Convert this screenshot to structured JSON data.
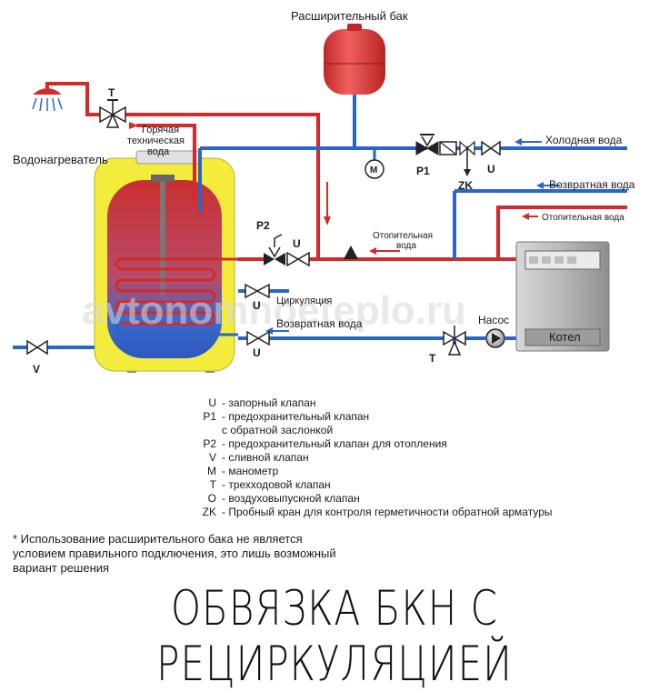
{
  "labels": {
    "expansion_tank": "Расширительный бак",
    "hot_tech_water_l1": "Горячая",
    "hot_tech_water_l2": "техническая",
    "hot_tech_water_l3": "вода",
    "water_heater": "Водонагреватель",
    "cold_water": "Холодная вода",
    "return_water_right": "Возвратная  вода",
    "heating_water_right": "Отопительная вода",
    "heating_water_mid_l1": "Отопительная",
    "heating_water_mid_l2": "вода",
    "circulation": "Циркуляция",
    "return_water_bottom": "Возвратная вода",
    "pump": "Насос",
    "boiler": "Котел",
    "watermark": "avtonomnoeteplo.ru"
  },
  "markers": {
    "T_top": "T",
    "P1": "P1",
    "U_top": "U",
    "ZK": "ZK",
    "M": "M",
    "P2": "P2",
    "U_p2": "U",
    "U_circ": "U",
    "U_return": "U",
    "V": "V",
    "T_bottom": "T"
  },
  "legend": [
    {
      "code": "U",
      "text": "- запорный клапан"
    },
    {
      "code": "P1",
      "text": "- предохранительный клапан"
    },
    {
      "code": "",
      "text": "с обратной заслонкой"
    },
    {
      "code": "P2",
      "text": "- предохранительный клапан для отопления"
    },
    {
      "code": "V",
      "text": "- сливной клапан"
    },
    {
      "code": "M",
      "text": "- манометр"
    },
    {
      "code": "T",
      "text": "- трехходовой клапан"
    },
    {
      "code": "O",
      "text": "- воздуховыпускной клапан"
    },
    {
      "code": "ZK",
      "text": "- Пробный кран для контроля герметичности обратной арматуры"
    }
  ],
  "note_l1": "* Использование расширительного бака не является",
  "note_l2": "условием правильного подключения, это лишь возможный",
  "note_l3": "вариант решения",
  "title": "ОБВЯЗКА БКН С РЕЦИРКУЛЯЦИЕЙ",
  "colors": {
    "hot_pipe": "#d42a2a",
    "cold_pipe": "#2a66c8",
    "tank_yellow": "#f4ec3c",
    "boiler_gray": "#bcbcbc",
    "expansion_red": "#d93434"
  }
}
